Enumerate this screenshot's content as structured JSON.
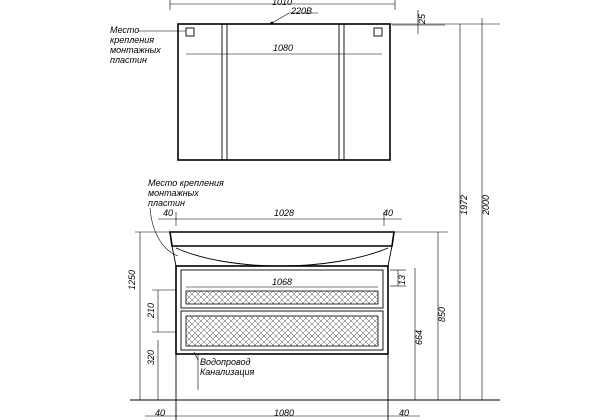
{
  "mirror_cabinet": {
    "power_label": "220В",
    "inner_width": "1080",
    "top_offset": "25",
    "top_cut_width": "1010",
    "mount_note": [
      "Место",
      "крепления",
      "монтажных",
      "пластин"
    ]
  },
  "vanity": {
    "mount_note": [
      "Место крепления",
      "монтажных",
      "пластин"
    ],
    "left_margin": "40",
    "basin_width": "1028",
    "right_margin": "40",
    "drawer_width": "1068",
    "top_drawer_gap": "13",
    "drawer_height": "210",
    "bottom_offset": "320",
    "total_height": "1250",
    "inner_height": "664",
    "height_850": "850",
    "height_1972": "1972",
    "height_2000": "2000",
    "water_note": [
      "Водопровод",
      "Канализация"
    ],
    "bottom_left": "40",
    "bottom_width": "1080",
    "bottom_right": "40"
  }
}
